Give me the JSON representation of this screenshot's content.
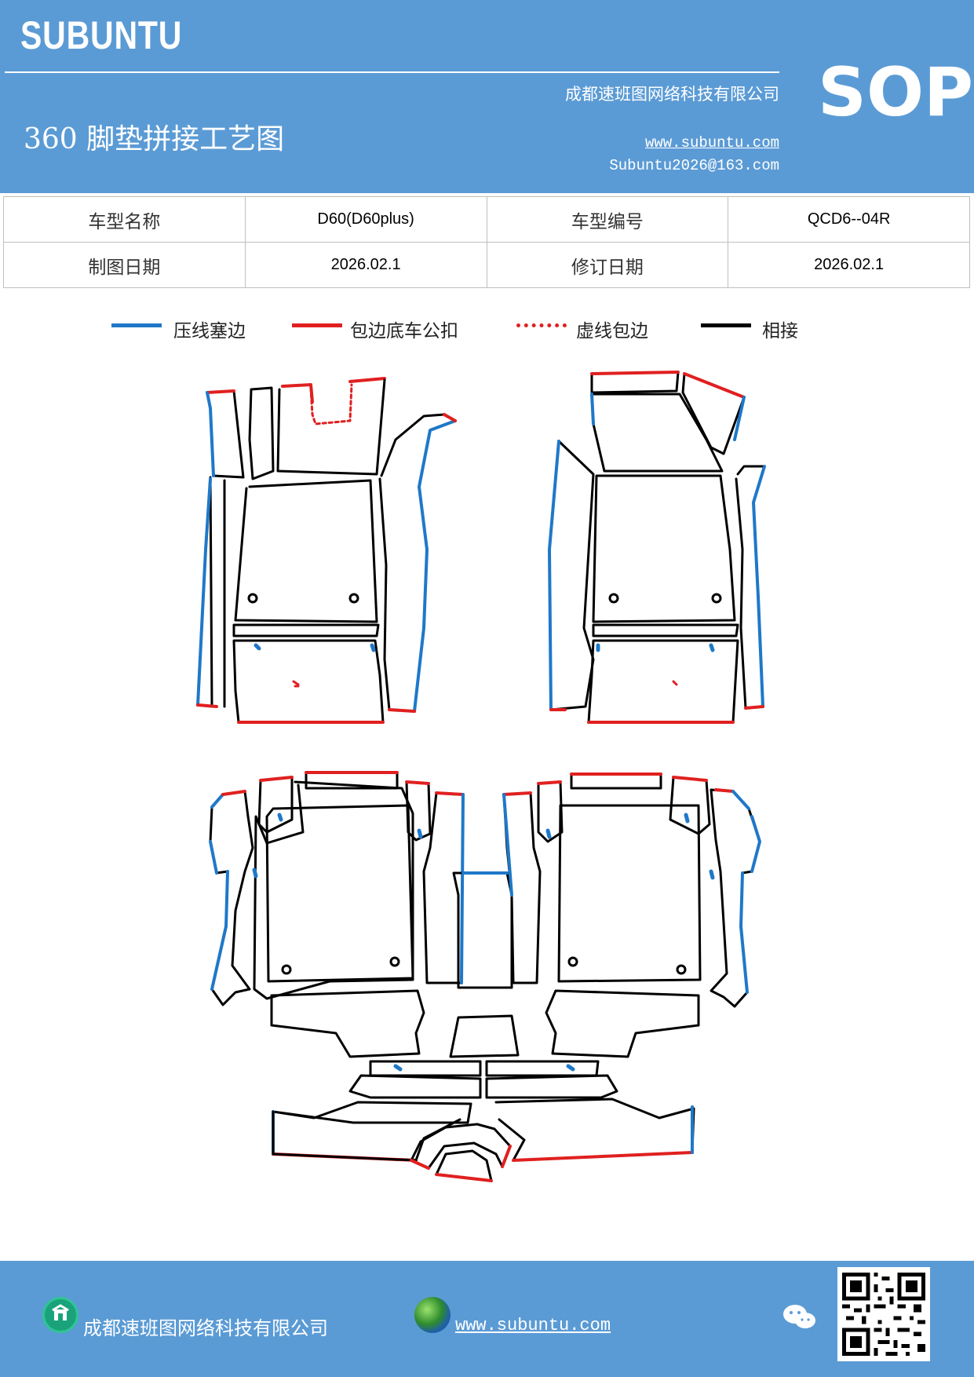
{
  "header": {
    "brand": "SUBUNTU",
    "company": "成都速班图网络科技有限公司",
    "title": "360 脚垫拼接工艺图",
    "website": "www.subuntu.com",
    "email": "Subuntu2026@163.com",
    "sop": "SOP"
  },
  "info": {
    "row1": [
      "车型名称",
      "D60(D60plus)",
      "车型编号",
      "QCD6--04R"
    ],
    "row2": [
      "制图日期",
      "2026.02.1",
      "修订日期",
      "2026.02.1"
    ]
  },
  "legend": [
    {
      "label": "压线塞边",
      "style": "solid",
      "color": "#1f78c8"
    },
    {
      "label": "包边底车公扣",
      "style": "solid",
      "color": "#e02020"
    },
    {
      "label": "虚线包边",
      "style": "dotted",
      "color": "#e02020"
    },
    {
      "label": "相接",
      "style": "solid",
      "color": "#000000"
    }
  ],
  "footer": {
    "company": "成都速班图网络科技有限公司",
    "website": "www.subuntu.com ",
    "icons": [
      "building-icon",
      "globe-icon",
      "wechat-icon",
      "qr-code"
    ]
  }
}
